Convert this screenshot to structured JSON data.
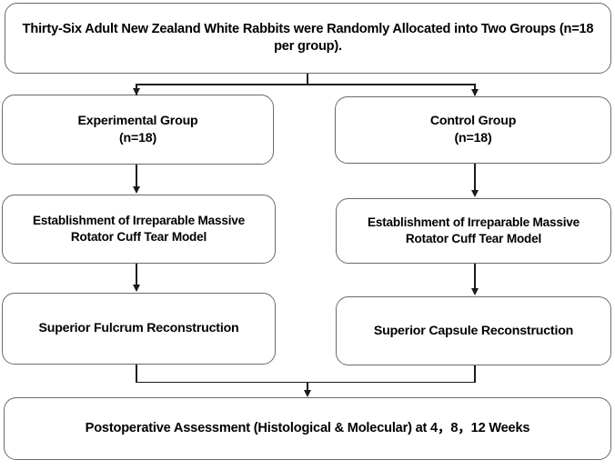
{
  "diagram": {
    "title": "Rabbit rotator cuff tear study design flowchart",
    "colors": {
      "box_border": "#6b6b6b",
      "connector": "#1a1a1a",
      "background": "#ffffff",
      "text": "#000000"
    },
    "nodes": {
      "top": {
        "label": "Thirty-Six Adult New Zealand White Rabbits were Randomly Allocated into Two Groups (n=18 per group)."
      },
      "experimental_group": {
        "label": "Experimental Group\n(n=18)",
        "name": "Experimental Group",
        "n": "n=18"
      },
      "control_group": {
        "label": "Control Group\n(n=18)",
        "name": "Control Group",
        "n": "n=18"
      },
      "experimental_model": {
        "label": "Establishment of Irreparable Massive Rotator Cuff Tear Model"
      },
      "control_model": {
        "label": "Establishment of Irreparable Massive Rotator Cuff Tear Model"
      },
      "experimental_procedure": {
        "label": "Superior Fulcrum Reconstruction"
      },
      "control_procedure": {
        "label": "Superior Capsule Reconstruction"
      },
      "assessment": {
        "label": "Postoperative Assessment (Histological & Molecular) at 4，8，12 Weeks",
        "timepoints": [
          "4",
          "8",
          "12"
        ],
        "unit": "Weeks"
      }
    },
    "edges": [
      {
        "from": "top",
        "to": "experimental_group",
        "type": "split-arrow"
      },
      {
        "from": "top",
        "to": "control_group",
        "type": "split-arrow"
      },
      {
        "from": "experimental_group",
        "to": "experimental_model",
        "type": "arrow"
      },
      {
        "from": "control_group",
        "to": "control_model",
        "type": "arrow"
      },
      {
        "from": "experimental_model",
        "to": "experimental_procedure",
        "type": "arrow"
      },
      {
        "from": "control_model",
        "to": "control_procedure",
        "type": "arrow"
      },
      {
        "from": "experimental_procedure",
        "to": "assessment",
        "type": "merge-arrow"
      },
      {
        "from": "control_procedure",
        "to": "assessment",
        "type": "merge-arrow"
      }
    ]
  }
}
